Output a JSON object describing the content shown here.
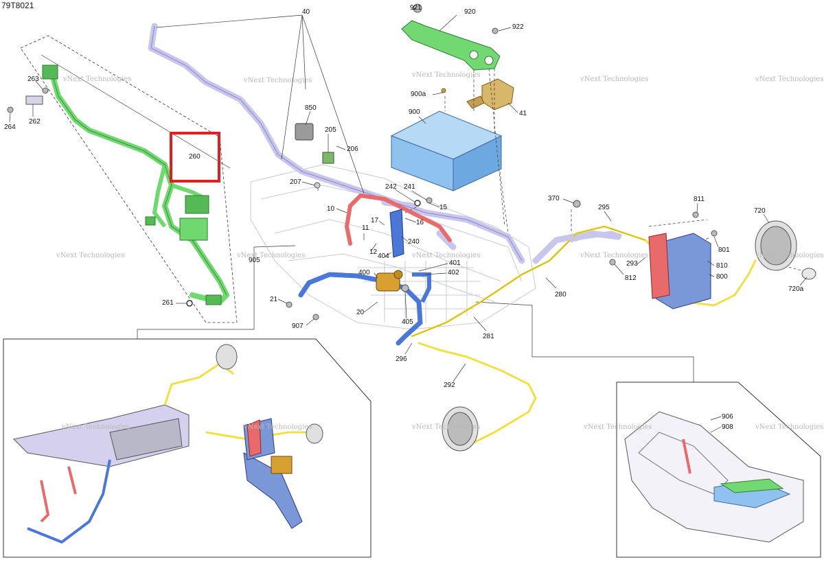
{
  "diagram_code": "79T8021",
  "highlighted_callout": "260",
  "highlight_color": "#e02020",
  "watermark": "vNext Technologies",
  "colors": {
    "harness_green": "#6fd86f",
    "harness_purple": "#c9c6ee",
    "cable_red": "#e86a6a",
    "cable_blue": "#4b78d8",
    "harness_yellow": "#f0e040",
    "battery_blue": "#8fc2ef",
    "bracket_green": "#72d872",
    "tan": "#d8b66a",
    "connector_gray": "#8a8a8a"
  },
  "callouts": [
    {
      "id": "c-40",
      "label": "40"
    },
    {
      "id": "c-921",
      "label": "921"
    },
    {
      "id": "c-920",
      "label": "920"
    },
    {
      "id": "c-922",
      "label": "922"
    },
    {
      "id": "c-263",
      "label": "263"
    },
    {
      "id": "c-262",
      "label": "262"
    },
    {
      "id": "c-264",
      "label": "264"
    },
    {
      "id": "c-260",
      "label": "260"
    },
    {
      "id": "c-900a",
      "label": "900a"
    },
    {
      "id": "c-41",
      "label": "41"
    },
    {
      "id": "c-900",
      "label": "900"
    },
    {
      "id": "c-850",
      "label": "850"
    },
    {
      "id": "c-205",
      "label": "205"
    },
    {
      "id": "c-206",
      "label": "206"
    },
    {
      "id": "c-207",
      "label": "207"
    },
    {
      "id": "c-242",
      "label": "242"
    },
    {
      "id": "c-241",
      "label": "241"
    },
    {
      "id": "c-15",
      "label": "15"
    },
    {
      "id": "c-10",
      "label": "10"
    },
    {
      "id": "c-16",
      "label": "16"
    },
    {
      "id": "c-17",
      "label": "17"
    },
    {
      "id": "c-11",
      "label": "11"
    },
    {
      "id": "c-240",
      "label": "240"
    },
    {
      "id": "c-12",
      "label": "12"
    },
    {
      "id": "c-404",
      "label": "404"
    },
    {
      "id": "c-401",
      "label": "401"
    },
    {
      "id": "c-402",
      "label": "402"
    },
    {
      "id": "c-400",
      "label": "400"
    },
    {
      "id": "c-905",
      "label": "905"
    },
    {
      "id": "c-21",
      "label": "21"
    },
    {
      "id": "c-20",
      "label": "20"
    },
    {
      "id": "c-405",
      "label": "405"
    },
    {
      "id": "c-907",
      "label": "907"
    },
    {
      "id": "c-261",
      "label": "261"
    },
    {
      "id": "c-370",
      "label": "370"
    },
    {
      "id": "c-295",
      "label": "295"
    },
    {
      "id": "c-811",
      "label": "811"
    },
    {
      "id": "c-720",
      "label": "720"
    },
    {
      "id": "c-801",
      "label": "801"
    },
    {
      "id": "c-293",
      "label": "293"
    },
    {
      "id": "c-810",
      "label": "810"
    },
    {
      "id": "c-812",
      "label": "812"
    },
    {
      "id": "c-800",
      "label": "800"
    },
    {
      "id": "c-720a",
      "label": "720a"
    },
    {
      "id": "c-280",
      "label": "280"
    },
    {
      "id": "c-281",
      "label": "281"
    },
    {
      "id": "c-296",
      "label": "296"
    },
    {
      "id": "c-292",
      "label": "292"
    },
    {
      "id": "c-906",
      "label": "906"
    },
    {
      "id": "c-908",
      "label": "908"
    }
  ]
}
